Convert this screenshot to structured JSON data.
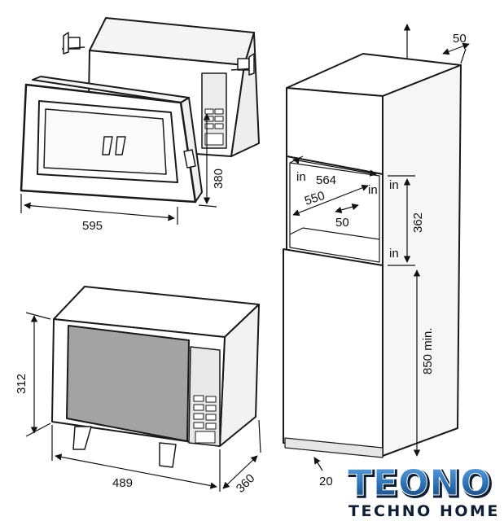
{
  "dimensions": {
    "frame_width": "595",
    "frame_height": "380",
    "cabinet_width": "564",
    "cabinet_depth": "550",
    "inner_gap": "50",
    "top_gap": "50",
    "niche_height": "362",
    "floor_height": "850 min.",
    "plinth": "20",
    "oven_height": "312",
    "oven_width": "489",
    "oven_depth": "360"
  },
  "labels": {
    "in_564": "in",
    "in_right": "in",
    "in_upper": "in",
    "in_lower": "in"
  },
  "logo": {
    "brand": "TEONO",
    "subtitle": "TECHNO HOME",
    "color_main": "#2b6fb3",
    "color_dark": "#0d1e33"
  },
  "colors": {
    "line": "#1a1a1a",
    "panel": "#e8e8e8",
    "door": "#a3a3a3"
  }
}
